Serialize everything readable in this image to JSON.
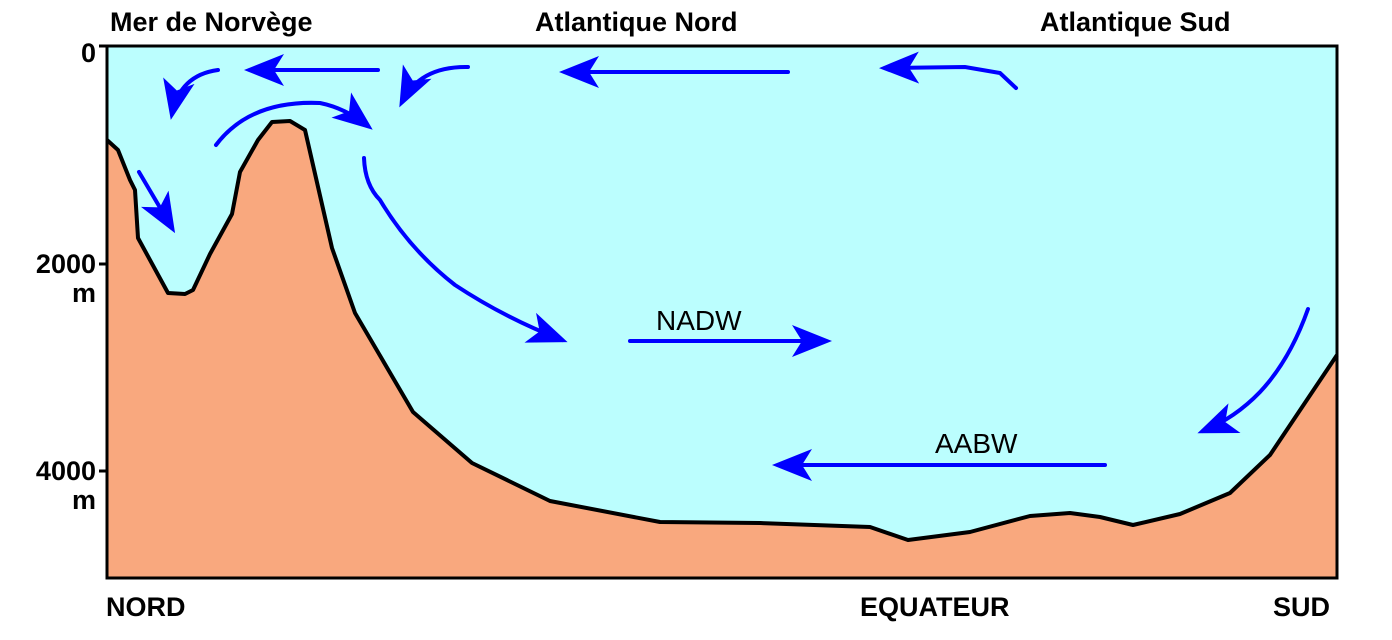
{
  "regions": {
    "norway_sea": "Mer de Norvège",
    "north_atlantic": "Atlantique Nord",
    "south_atlantic": "Atlantique Sud"
  },
  "depth_axis": {
    "ticks": [
      "0",
      "2000",
      "4000"
    ],
    "unit": "m"
  },
  "latitude_axis": {
    "north": "NORD",
    "equator": "EQUATEUR",
    "south": "SUD"
  },
  "water_masses": {
    "nadw": "NADW",
    "aabw": "AABW"
  },
  "colors": {
    "ocean": "#bbfefe",
    "seafloor": "#f9a87e",
    "outline": "#000000",
    "current_arrows": "#0000ff"
  }
}
